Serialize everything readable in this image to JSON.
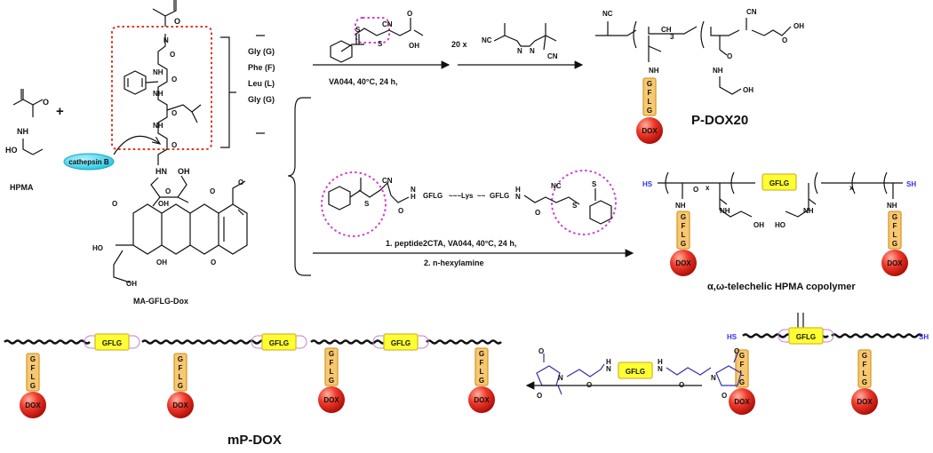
{
  "monomer": {
    "name": "HPMA",
    "plus": "+",
    "nh": "NH",
    "ho": "HO",
    "o": "O"
  },
  "prodrug": {
    "name": "MA-GFLG-Dox",
    "enzyme": "cathepsin B",
    "nh": "HN",
    "oh": "OH",
    "o": "O",
    "amino_acids": [
      "Gly (G)",
      "Phe (F)",
      "Leu (L)",
      "Gly (G)"
    ]
  },
  "route1": {
    "step1": "VA044, 40°C, 24 h,",
    "step2": "20 x",
    "product": "P-DOX20",
    "cn": "CN",
    "cooh": "OH",
    "oh": "OH",
    "nh": "NH",
    "sub3": "3",
    "s": "S"
  },
  "route2": {
    "cta_label": "GFLG",
    "cta_mid": "Lys",
    "cta_nh": "N",
    "cta_h": "H",
    "cta_nc": "NC",
    "cta_cn": "CN",
    "step1": "1.   peptide2CTA, VA044, 40°C, 24 h,",
    "step2": "2. n-hexylamine",
    "product": "α,ω-telechelic HPMA copolymer",
    "hs": "HS",
    "sh": "SH",
    "x": "x",
    "gflg": "GFLG",
    "oh": "OH",
    "ho": "HO"
  },
  "final": {
    "product": "mP-DOX",
    "gflg": "GFLG",
    "dox": "DOX",
    "hs": "HS",
    "sh": "SH",
    "linker": "GFLG",
    "h": "H",
    "n": "N"
  },
  "labels": {
    "dox": "DOX",
    "gflg_letters": [
      "G",
      "F",
      "L",
      "G"
    ]
  },
  "colors": {
    "product_label": "#3333ee",
    "dox_sphere": "#e8221c",
    "gflg_vertical": "#f7c870",
    "gflg_horizontal": "#ffff33",
    "dashed_box": "#e03020",
    "cta_circle": "#d040d0",
    "enzyme": "#3dd6ee"
  }
}
